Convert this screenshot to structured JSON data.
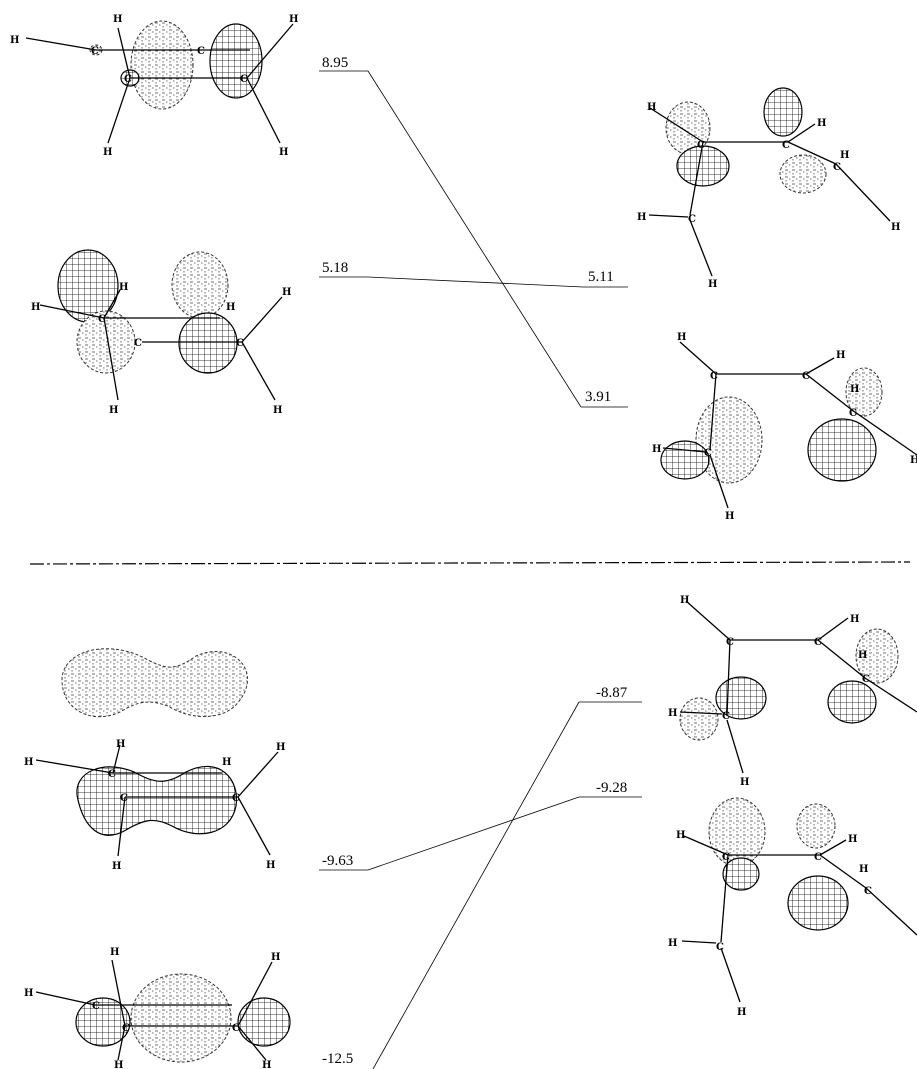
{
  "energy_levels": {
    "left_top": "8.95",
    "left_mid": "5.18",
    "right_mid": "5.11",
    "right_low": "3.91",
    "left_bonding": "-9.63",
    "right_upper": "-8.87",
    "right_lower": "-9.28",
    "left_bottom": "-12.5"
  },
  "atoms": {
    "carbon": "C",
    "hydrogen": "H"
  },
  "colors": {
    "ink": "#000000",
    "background": "#ffffff"
  }
}
